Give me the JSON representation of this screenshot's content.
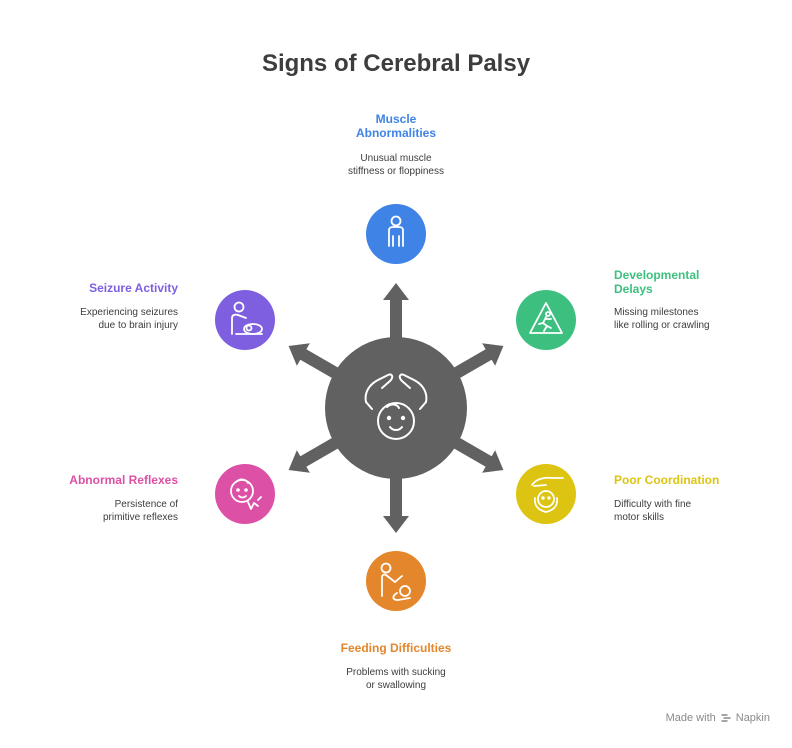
{
  "title": "Signs of Cerebral Palsy",
  "brand": {
    "made_with": "Made with",
    "name": "Napkin"
  },
  "colors": {
    "hub": "#616161",
    "arrow": "#616161",
    "muscle": "#3F83E6",
    "developmental": "#3DC07F",
    "coordination": "#DDC412",
    "feeding": "#E3862C",
    "reflexes": "#DC50A6",
    "seizure": "#7D5FE0",
    "text": "#3d3d3d"
  },
  "nodes": {
    "muscle": {
      "label_line1": "Muscle",
      "label_line2": "Abnormalities",
      "desc_line1": "Unusual muscle",
      "desc_line2": "stiffness or floppiness",
      "icon": "standing-person-icon"
    },
    "developmental": {
      "label_line1": "Developmental",
      "label_line2": "Delays",
      "desc_line1": "Missing milestones",
      "desc_line2": "like rolling or crawling",
      "icon": "warning-triangle-child-icon"
    },
    "coordination": {
      "label": "Poor Coordination",
      "desc_line1": "Difficulty with fine",
      "desc_line2": "motor skills",
      "icon": "hand-over-baby-icon"
    },
    "feeding": {
      "label": "Feeding Difficulties",
      "desc_line1": "Problems with sucking",
      "desc_line2": "or swallowing",
      "icon": "person-feeding-icon"
    },
    "reflexes": {
      "label": "Abnormal Reflexes",
      "desc_line1": "Persistence of",
      "desc_line2": "primitive reflexes",
      "icon": "baby-reflex-icon"
    },
    "seizure": {
      "label": "Seizure Activity",
      "desc_line1": "Experiencing seizures",
      "desc_line2": "due to brain injury",
      "icon": "person-lying-icon"
    }
  },
  "hub": {
    "icon": "hands-protecting-baby-icon"
  }
}
